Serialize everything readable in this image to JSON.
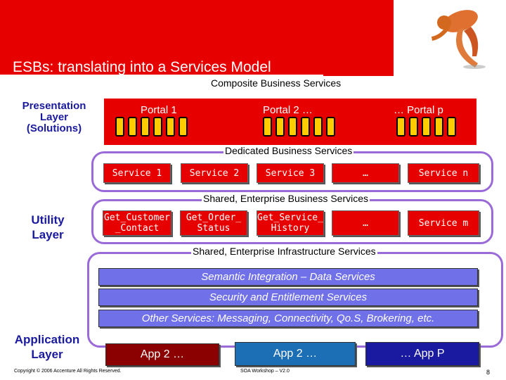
{
  "title": "ESBs: translating into a Services Model",
  "composite_label": "Composite Business Services",
  "left_labels": {
    "presentation": "Presentation Layer (Solutions)",
    "utility": "Utility Layer",
    "application": "Application Layer"
  },
  "portals": [
    "Portal 1",
    "Portal 2 …",
    "… Portal p"
  ],
  "dedicated_label": "Dedicated Business Services",
  "dedicated_services": [
    "Service 1",
    "Service 2",
    "Service 3",
    "…",
    "Service n"
  ],
  "shared_business_label": "Shared, Enterprise Business Services",
  "shared_services": [
    "Get_Customer _Contact",
    "Get_Order_ Status",
    "Get_Service_ History",
    "…",
    "Service m"
  ],
  "infra_label": "Shared, Enterprise Infrastructure Services",
  "infra_bars": [
    "Semantic Integration – Data Services",
    "Security and Entitlement Services",
    "Other Services: Messaging, Connectivity, Qo.S, Brokering, etc."
  ],
  "apps": [
    "App 2 …",
    "App 2 …",
    "… App P"
  ],
  "footer": {
    "copyright": "Copyright © 2006 Accenture All Rights Reserved.",
    "workshop": "SOA Workshop – V2.0",
    "page": "8"
  },
  "colors": {
    "banner": "#e60000",
    "portal_bg": "#e60000",
    "bar_fill": "#ffcc00",
    "band_border": "#9a6ad8",
    "infra_fill": "#7070e8",
    "label_text": "#1a1a9e",
    "app_1": "#8b0000",
    "app_2": "#1c6fb5",
    "app_3": "#1a1aa0"
  }
}
